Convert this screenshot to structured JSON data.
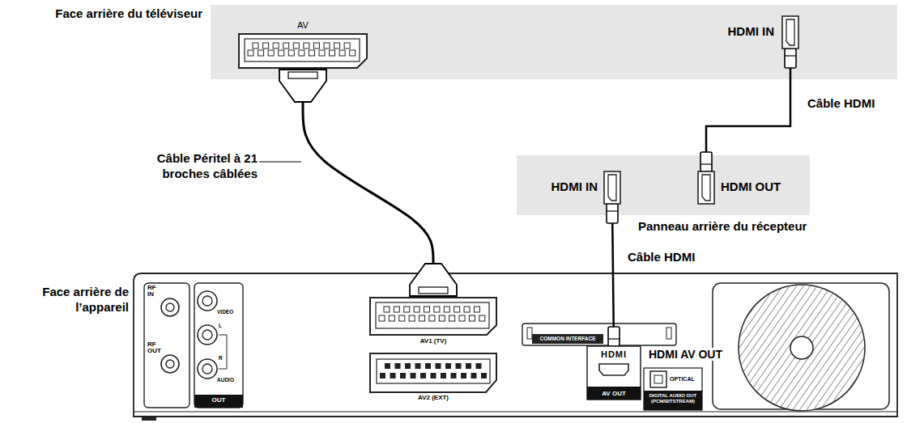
{
  "diagram": {
    "nodes": [
      {
        "text": [
          "Face arrière du téléviseur"
        ]
      },
      {
        "text": [
          "AV"
        ],
        "in": 0
      },
      {
        "text": [
          "HDMI IN"
        ],
        "in": 0
      },
      {
        "text": [
          "Panneau arrière du récepteur"
        ]
      },
      {
        "text": [
          "HDMI IN"
        ],
        "in": 3
      },
      {
        "text": [
          "HDMI OUT"
        ],
        "in": 3
      },
      {
        "text": [
          "Face arrière de l’appareil"
        ]
      },
      {
        "text": [
          "AV1 (TV)"
        ],
        "in": 6
      },
      {
        "text": [
          "HDMI",
          "AV OUT",
          "HDMI AV OUT"
        ],
        "in": 6
      }
    ],
    "edges": [
      {
        "from": 7,
        "to": 1,
        "arrow": "none",
        "label": "Câble Péritel à 21 broches câblées"
      },
      {
        "from": 5,
        "to": 2,
        "arrow": "none",
        "label": "Câble HDMI"
      },
      {
        "from": 8,
        "to": 4,
        "arrow": "none",
        "label": "Câble HDMI"
      }
    ],
    "labels": [
      "RF IN",
      "RF OUT",
      "VIDEO",
      "L",
      "R",
      "AUDIO",
      "OUT",
      "AV2 (EXT)",
      "COMMON INTERFACE",
      "OPTICAL",
      "DIGITAL AUDIO OUT (PCM/BITSTREAM)"
    ]
  }
}
